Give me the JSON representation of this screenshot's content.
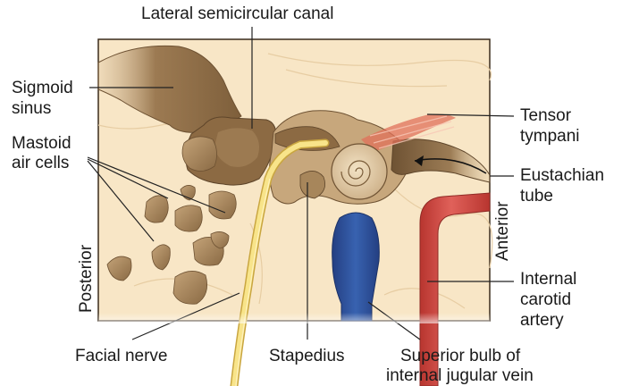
{
  "labels": {
    "lateral_semicircular_canal": "Lateral semicircular canal",
    "sigmoid_sinus_1": "Sigmoid",
    "sigmoid_sinus_2": "sinus",
    "mastoid_air_cells_1": "Mastoid",
    "mastoid_air_cells_2": "air cells",
    "tensor_tympani_1": "Tensor",
    "tensor_tympani_2": "tympani",
    "eustachian_tube_1": "Eustachian",
    "eustachian_tube_2": "tube",
    "internal_carotid_artery_1": "Internal",
    "internal_carotid_artery_2": "carotid",
    "internal_carotid_artery_3": "artery",
    "facial_nerve": "Facial nerve",
    "stapedius": "Stapedius",
    "superior_bulb_1": "Superior bulb of",
    "superior_bulb_2": "internal jugular vein",
    "posterior": "Posterior",
    "anterior": "Anterior"
  },
  "colors": {
    "background_panel": "#f8e6c6",
    "bone_dark": "#8c6a43",
    "bone_mid": "#b89668",
    "bone_light": "#dcc39b",
    "facial_nerve": "#f5df7a",
    "jugular_vein": "#2f54a0",
    "carotid_artery": "#d34a45",
    "tensor_tympani_muscle": "#e0705a",
    "leader_line": "#222222"
  }
}
